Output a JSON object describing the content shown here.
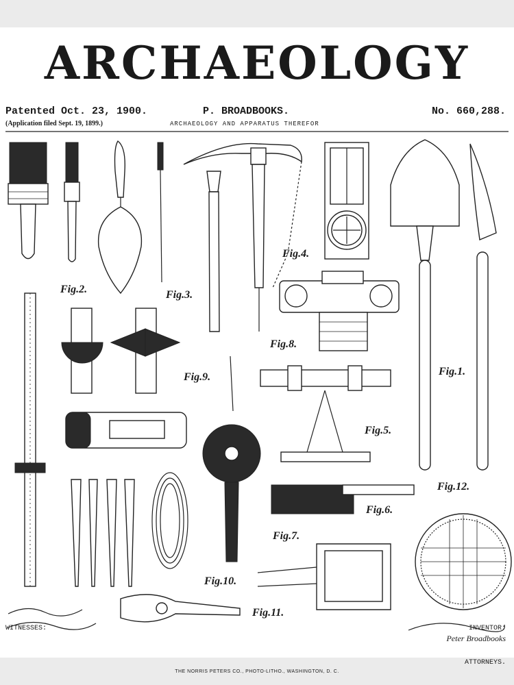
{
  "title": "ARCHAEOLOGY",
  "header": {
    "patented": "Patented Oct. 23, 1900.",
    "application_filed": "(Application filed Sept. 19, 1899.)",
    "inventor_name": "P. BROADBOOKS.",
    "subtitle": "ARCHAEOLOGY AND APPARATUS THEREFOR",
    "patent_number": "No. 660,288."
  },
  "figures": [
    "Fig.1.",
    "Fig.2.",
    "Fig.3.",
    "Fig.4.",
    "Fig.5.",
    "Fig.6.",
    "Fig.7.",
    "Fig.8.",
    "Fig.9.",
    "Fig.10.",
    "Fig.11.",
    "Fig.12."
  ],
  "footer": {
    "witnesses_label": "WITNESSES:",
    "inventor_label": "INVENTOR:",
    "inventor_signature": "Peter Broadbooks",
    "attorneys_label": "ATTORNEYS.",
    "printer": "THE NORRIS PETERS CO., PHOTO-LITHO., WASHINGTON, D. C."
  },
  "colors": {
    "ink": "#1a1a1a",
    "paper": "#ffffff",
    "border": "#ebebeb"
  }
}
